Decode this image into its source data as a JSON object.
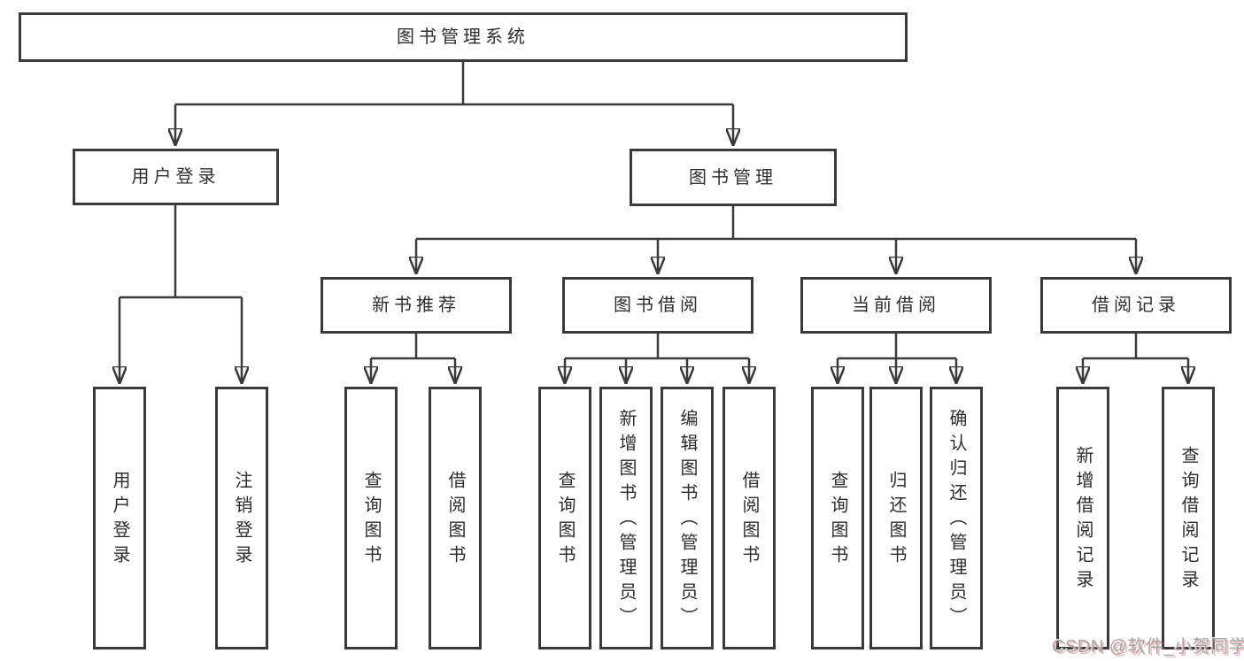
{
  "tree": {
    "root": "图书管理系统",
    "children": [
      {
        "label": "用户登录",
        "children": [
          "用户登录",
          "注销登录"
        ]
      },
      {
        "label": "图书管理",
        "children": [
          {
            "label": "新书推荐",
            "children": [
              "查询图书",
              "借阅图书"
            ]
          },
          {
            "label": "图书借阅",
            "children": [
              "查询图书",
              "新增图书（管理员）",
              "编辑图书（管理员）",
              "借阅图书"
            ]
          },
          {
            "label": "当前借阅",
            "children": [
              "查询图书",
              "归还图书",
              "确认归还（管理员）"
            ]
          },
          {
            "label": "借阅记录",
            "children": [
              "新增借阅记录",
              "查询借阅记录"
            ]
          }
        ]
      }
    ]
  },
  "watermark": {
    "text": "CSDN @软件_小贺同学"
  },
  "colors": {
    "line": "#3a3a3a",
    "box_border": "#3a3a3a",
    "box_fill": "#ffffff",
    "text": "#2d2d2d",
    "background": "#ffffff",
    "watermark_text": "#a6a6a6",
    "watermark_shadow": "#de8282"
  }
}
